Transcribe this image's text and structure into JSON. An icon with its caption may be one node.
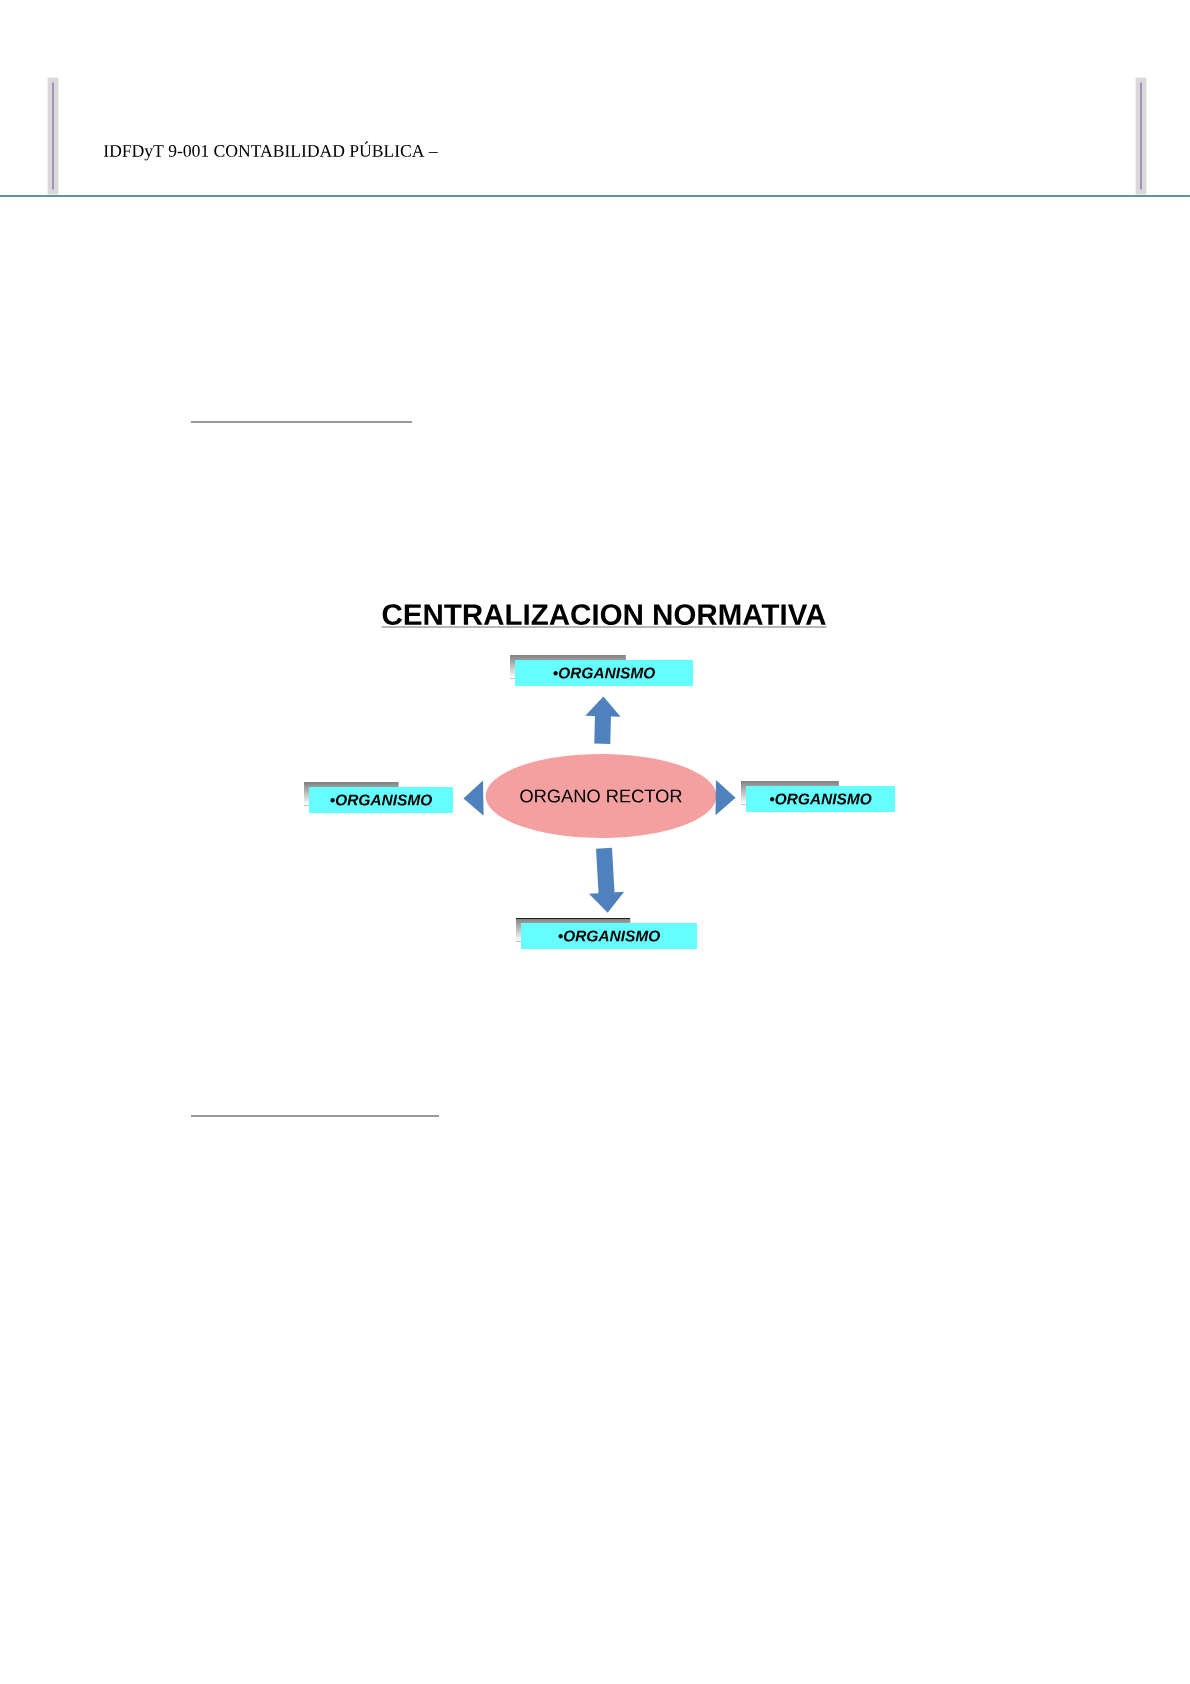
{
  "diagram": {
    "title": "CENTRALIZACION NORMATIVA",
    "nodes": [
      {
        "text": [
          "•ORGANISMO"
        ]
      },
      {
        "text": [
          "•ORGANISMO"
        ]
      },
      {
        "text": [
          "ORGANO RECTOR"
        ]
      },
      {
        "text": [
          "•ORGANISMO"
        ]
      },
      {
        "text": [
          "•ORGANISMO"
        ]
      }
    ],
    "edges": [
      {
        "from": 2,
        "to": 0,
        "arrow": "to"
      },
      {
        "from": 2,
        "to": 1,
        "arrow": "to"
      },
      {
        "from": 2,
        "to": 3,
        "arrow": "to"
      },
      {
        "from": 2,
        "to": 4,
        "arrow": "to"
      }
    ],
    "labels": [
      "IDFDyT 9-001 CONTABILIDAD PÚBLICA –"
    ]
  }
}
